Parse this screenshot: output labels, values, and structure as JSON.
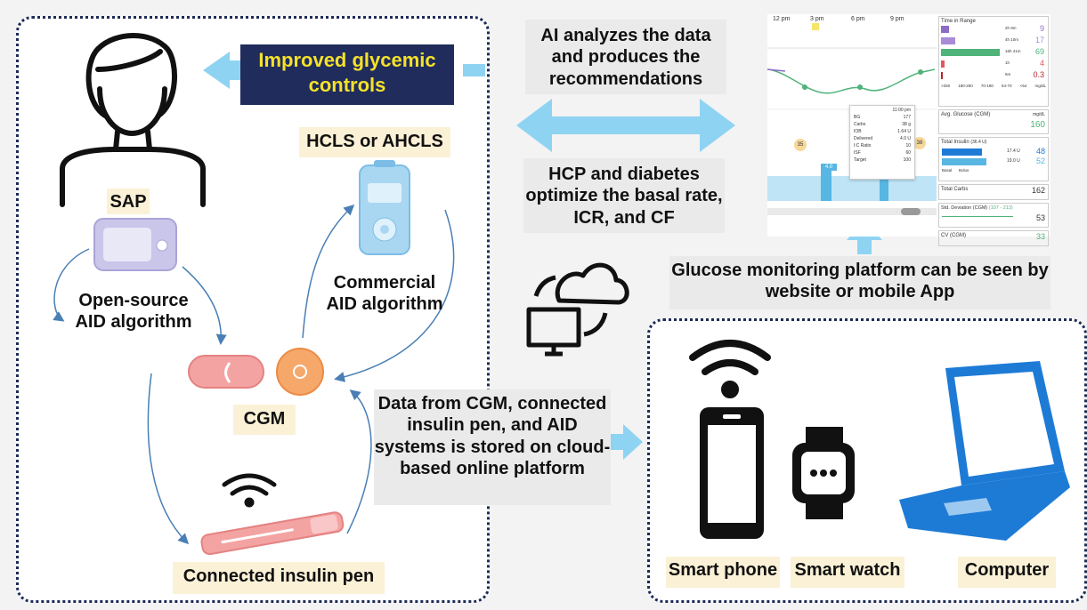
{
  "labels": {
    "improved": "Improved glycemic controls",
    "hcls": "HCLS or AHCLS",
    "sap": "SAP",
    "open_source": "Open-source AID algorithm",
    "commercial": "Commercial AID algorithm",
    "cgm": "CGM",
    "pen": "Connected insulin pen",
    "ai": "AI analyzes the data and produces the recommendations",
    "hcp": "HCP and diabetes optimize the basal rate, ICR, and CF",
    "platform": "Glucose monitoring platform can be seen by website or mobile App",
    "cloud_data": "Data from CGM, connected insulin pen, and AID systems is stored on cloud-based online platform",
    "smart_phone": "Smart phone",
    "smart_watch": "Smart watch",
    "computer": "Computer"
  },
  "report": {
    "times": [
      "12 pm",
      "3 pm",
      "6 pm",
      "9 pm"
    ],
    "tir_title": "Time in Range",
    "tir_rows": [
      {
        "dur": "2h 9m",
        "pct": "9",
        "color": "#8e6bc7"
      },
      {
        "dur": "4h 10m",
        "pct": "17",
        "color": "#a98bd8"
      },
      {
        "dur": "16h 41m",
        "pct": "69",
        "color": "#4fb37a"
      },
      {
        "dur": "1h",
        "pct": "4",
        "color": "#e2585e"
      },
      {
        "dur": "5m",
        "pct": "0.3",
        "color": "#b8272e"
      }
    ],
    "ranges": [
      ">250",
      "180-250",
      "70-180",
      "54-70",
      "<54",
      "mg/dL"
    ],
    "avg_glucose_label": "Avg. Glucose (CGM)",
    "avg_glucose_unit": "mg/dL",
    "avg_glucose": "160",
    "total_insulin_label": "Total Insulin",
    "total_insulin_value": "(36.4 U)",
    "basal_u": "17.4 U",
    "basal_pct": "48",
    "bolus_u": "19.0 U",
    "bolus_pct": "52",
    "basal": "Basal",
    "bolus": "Bolus",
    "total_carbs_label": "Total Carbs",
    "total_carbs": "162",
    "std_dev_label": "Std. Deviation (CGM)",
    "std_dev_range": "(107 - 213)",
    "std_dev": "53",
    "cv_label": "CV (CGM)",
    "cv": "33",
    "tooltip_time": "11:00 pm",
    "tooltip_rows": [
      {
        "k": "BG",
        "v": "177"
      },
      {
        "k": "Carbs",
        "v": "38 g"
      },
      {
        "k": "IOB",
        "v": "1.64 U"
      },
      {
        "k": "Delivered",
        "v": "4.0 U"
      },
      {
        "k": "I:C Ratio",
        "v": "10"
      },
      {
        "k": "ISF",
        "v": "60"
      },
      {
        "k": "Target",
        "v": "100"
      }
    ],
    "carb_bubbles": [
      "35",
      "38"
    ],
    "bolus_tag": "4.0"
  },
  "colors": {
    "navy": "#1c2b57",
    "arrow_blue": "#8fd3f2",
    "device_blue": "#1d7bd6",
    "pink": "#f4a3a3",
    "orange": "#f6a86b"
  }
}
